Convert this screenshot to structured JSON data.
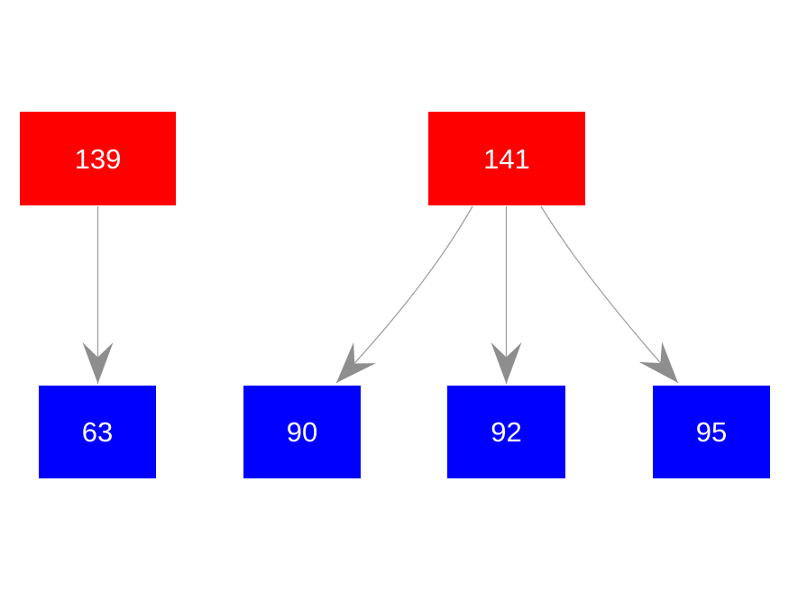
{
  "diagram": {
    "background_color": "#ffffff",
    "edge_color": "#a0a0a0",
    "arrowhead_color": "#8e8e8e",
    "node_text_color": "#ffffff",
    "parent_node_color": "#ff0000",
    "child_node_color": "#0000ff",
    "nodes": [
      {
        "id": "139",
        "label": "139",
        "color": "#ff0000",
        "level": "parent"
      },
      {
        "id": "141",
        "label": "141",
        "color": "#ff0000",
        "level": "parent"
      },
      {
        "id": "63",
        "label": "63",
        "color": "#0000ff",
        "level": "child"
      },
      {
        "id": "90",
        "label": "90",
        "color": "#0000ff",
        "level": "child"
      },
      {
        "id": "92",
        "label": "92",
        "color": "#0000ff",
        "level": "child"
      },
      {
        "id": "95",
        "label": "95",
        "color": "#0000ff",
        "level": "child"
      }
    ],
    "edges": [
      {
        "from": "139",
        "to": "63"
      },
      {
        "from": "141",
        "to": "90"
      },
      {
        "from": "141",
        "to": "92"
      },
      {
        "from": "141",
        "to": "95"
      }
    ]
  }
}
